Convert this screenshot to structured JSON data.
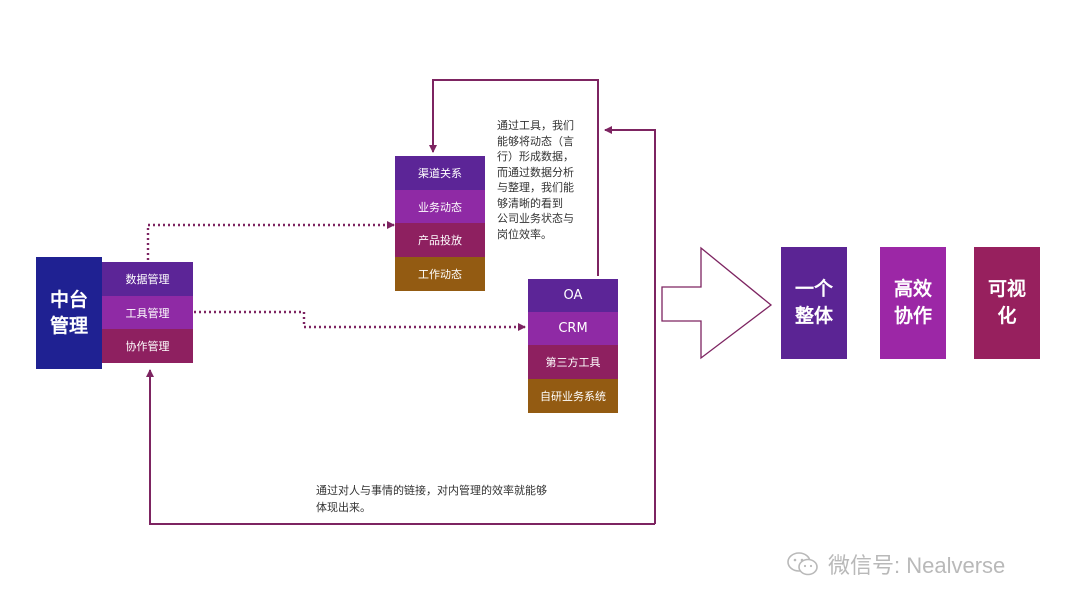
{
  "hub": {
    "title_line1": "中台",
    "title_line2": "管理"
  },
  "hub_items": [
    "数据管理",
    "工具管理",
    "协作管理"
  ],
  "channel_stack": [
    "渠道关系",
    "业务动态",
    "产品投放",
    "工作动态"
  ],
  "tool_stack": [
    "OA",
    "CRM",
    "第三方工具",
    "自研业务系统"
  ],
  "top_note": [
    "通过工具，我们",
    "能够将动态（言",
    "行）形成数据，",
    "而通过数据分析",
    "与整理，我们能",
    "够清晰的看到",
    "公司业务状态与",
    "岗位效率。"
  ],
  "bottom_note": [
    "通过对人与事情的链接，对内管理的效率就能够",
    "体现出来。"
  ],
  "outcomes": [
    {
      "line1": "一个",
      "line2": "整体",
      "color": "#5b2494"
    },
    {
      "line1": "高效",
      "line2": "协作",
      "color": "#9c27a6"
    },
    {
      "line1": "可视",
      "line2": "化",
      "color": "#97205e"
    }
  ],
  "watermark": "微信号: Nealverse",
  "colors": {
    "hub": "#1f2192",
    "stack": [
      "#5c2597",
      "#8f2aa5",
      "#8e2060",
      "#935b12"
    ],
    "connector": "#7d2461"
  }
}
